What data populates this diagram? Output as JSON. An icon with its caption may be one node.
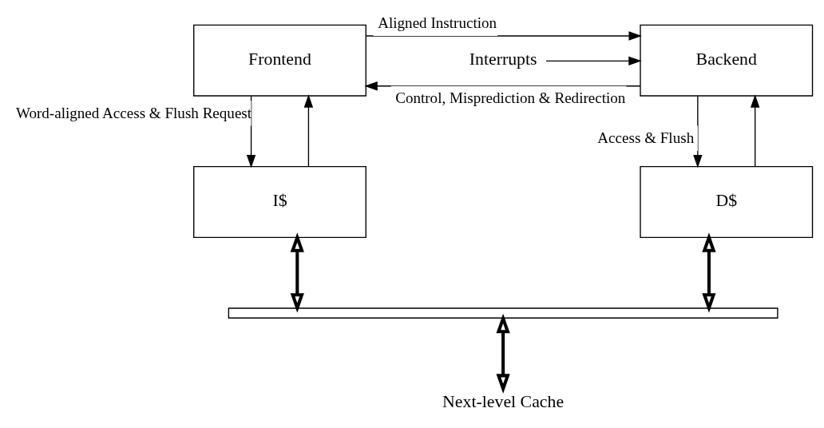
{
  "diagram": {
    "nodes": [
      {
        "text": [
          "Frontend"
        ]
      },
      {
        "text": [
          "Backend"
        ]
      },
      {
        "text": [
          "I$"
        ]
      },
      {
        "text": [
          "D$"
        ]
      },
      {
        "text": [],
        "shape": "bar"
      },
      {
        "text": [
          "Interrupts"
        ]
      },
      {
        "text": [
          "Next-level Cache"
        ]
      }
    ],
    "edges": [
      {
        "from": 1,
        "to": 0,
        "arrow": "to",
        "label": "Control, Misprediction & Redirection"
      },
      {
        "from": 0,
        "to": 1,
        "arrow": "to",
        "label": "Aligned Instruction"
      },
      {
        "from": 5,
        "to": 1,
        "arrow": "to"
      },
      {
        "from": 0,
        "to": 2,
        "arrow": "to",
        "label": "Word-aligned Access & Flush Request"
      },
      {
        "from": 2,
        "to": 0,
        "arrow": "to"
      },
      {
        "from": 1,
        "to": 3,
        "arrow": "to",
        "label": "Access & Flush"
      },
      {
        "from": 3,
        "to": 1,
        "arrow": "to"
      },
      {
        "from": 2,
        "to": 4,
        "arrow": "both",
        "style": "thick"
      },
      {
        "from": 3,
        "to": 4,
        "arrow": "both",
        "style": "thick"
      },
      {
        "from": 4,
        "to": 6,
        "arrow": "both",
        "style": "thick"
      }
    ]
  }
}
